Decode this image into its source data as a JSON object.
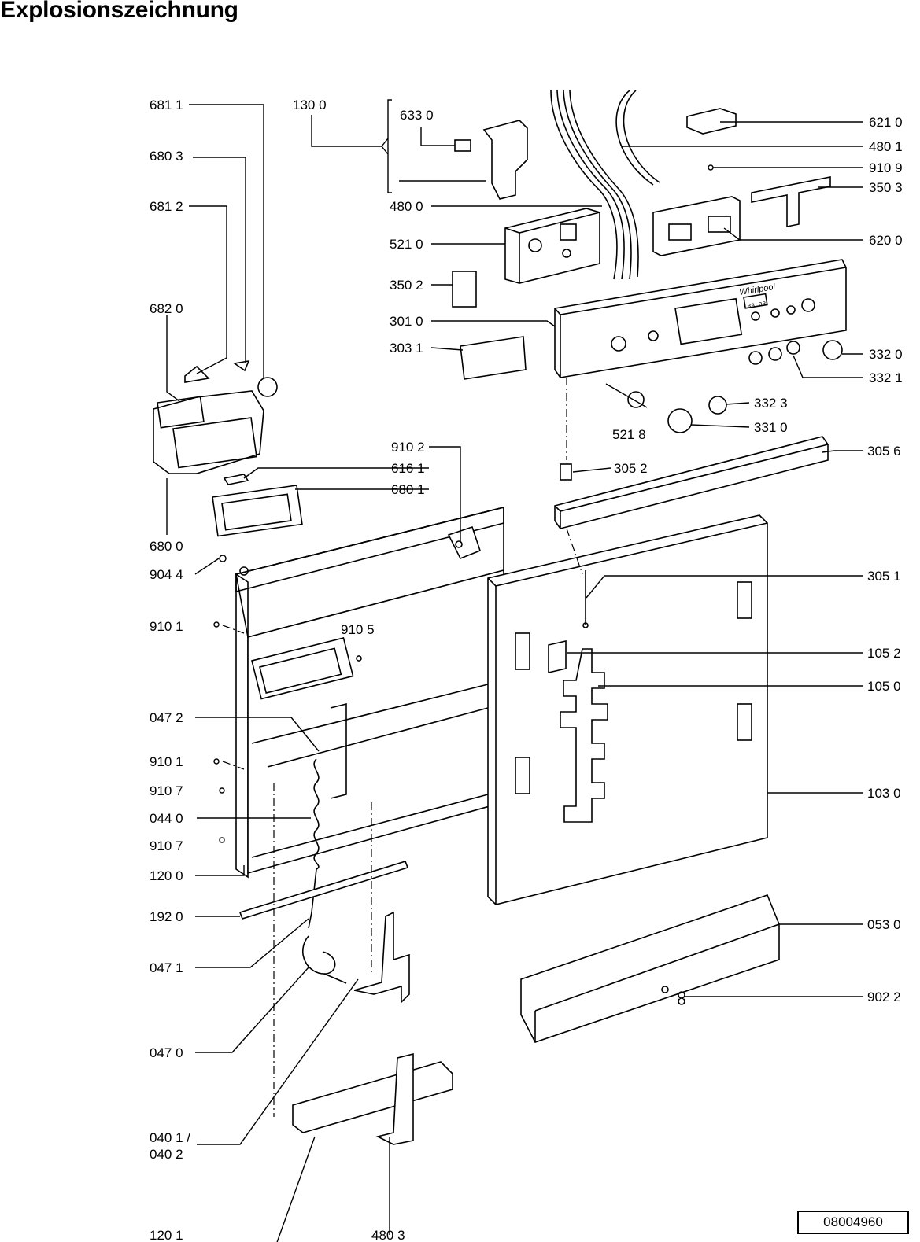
{
  "title": "Explosionszeichnung",
  "document_number": "08004960",
  "brand_mark": "Whirlpool",
  "panel_display": "88:88",
  "labels": {
    "l6811": "681 1",
    "l1300": "130 0",
    "l6330": "633 0",
    "l6210": "621 0",
    "l4801": "480 1",
    "l9109": "910 9",
    "l3503": "350 3",
    "l6803": "680 3",
    "l6812": "681 2",
    "l4800": "480 0",
    "l5210": "521 0",
    "l6200": "620 0",
    "l3502": "350 2",
    "l6820": "682 0",
    "l3010": "301 0",
    "l3031": "303 1",
    "l3320": "332 0",
    "l3321": "332 1",
    "l3323": "332 3",
    "l5218": "521 8",
    "l3310": "331 0",
    "l9102": "910 2",
    "l6161": "616 1",
    "l6801": "680 1",
    "l3056": "305 6",
    "l3052": "305 2",
    "l6800": "680 0",
    "l9044": "904 4",
    "l3051": "305 1",
    "l9101a": "910 1",
    "l9105": "910 5",
    "l1052": "105 2",
    "l1050": "105 0",
    "l0472": "047 2",
    "l9101b": "910 1",
    "l9107a": "910 7",
    "l0440": "044 0",
    "l9107b": "910 7",
    "l1030": "103 0",
    "l1200": "120 0",
    "l1920": "192 0",
    "l0530": "053 0",
    "l0471": "047 1",
    "l9022": "902 2",
    "l0470": "047 0",
    "l0401": "040 1 /",
    "l0402": "040 2",
    "l1201": "120 1",
    "l4803": "480 3"
  }
}
